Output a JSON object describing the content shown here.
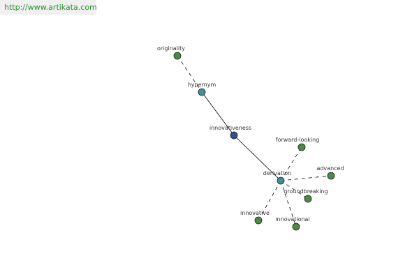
{
  "site_url": "http://www.artikata.com",
  "colors": {
    "background": "#ffffff",
    "banner_background": "#f0f0f0",
    "banner_text": "#2e8b2e",
    "edge": "#000000",
    "label": "#333333",
    "node_stroke": "#222222",
    "center_node": "#334f8c",
    "relation_node": "#3f8f96",
    "leaf_node": "#4a8a44"
  },
  "graph": {
    "nodes": [
      {
        "id": "originality",
        "label": "originality",
        "kind": "leaf"
      },
      {
        "id": "hypernym",
        "label": "hypernym",
        "kind": "relation"
      },
      {
        "id": "innovativeness",
        "label": "innovativeness",
        "kind": "center"
      },
      {
        "id": "derivation",
        "label": "derivation",
        "kind": "relation"
      },
      {
        "id": "forward-looking",
        "label": "forward-looking",
        "kind": "leaf"
      },
      {
        "id": "advanced",
        "label": "advanced",
        "kind": "leaf"
      },
      {
        "id": "groundbreaking",
        "label": "groundbreaking",
        "kind": "leaf"
      },
      {
        "id": "innovative",
        "label": "innovative",
        "kind": "leaf"
      },
      {
        "id": "innovational",
        "label": "innovational",
        "kind": "leaf"
      }
    ],
    "edges": [
      {
        "from": "originality",
        "to": "hypernym",
        "style": "dashed"
      },
      {
        "from": "hypernym",
        "to": "innovativeness",
        "style": "solid"
      },
      {
        "from": "innovativeness",
        "to": "derivation",
        "style": "solid"
      },
      {
        "from": "derivation",
        "to": "forward-looking",
        "style": "dashed"
      },
      {
        "from": "derivation",
        "to": "advanced",
        "style": "dashed"
      },
      {
        "from": "derivation",
        "to": "groundbreaking",
        "style": "dashed"
      },
      {
        "from": "derivation",
        "to": "innovative",
        "style": "dashed"
      },
      {
        "from": "derivation",
        "to": "innovational",
        "style": "dashed"
      }
    ]
  }
}
